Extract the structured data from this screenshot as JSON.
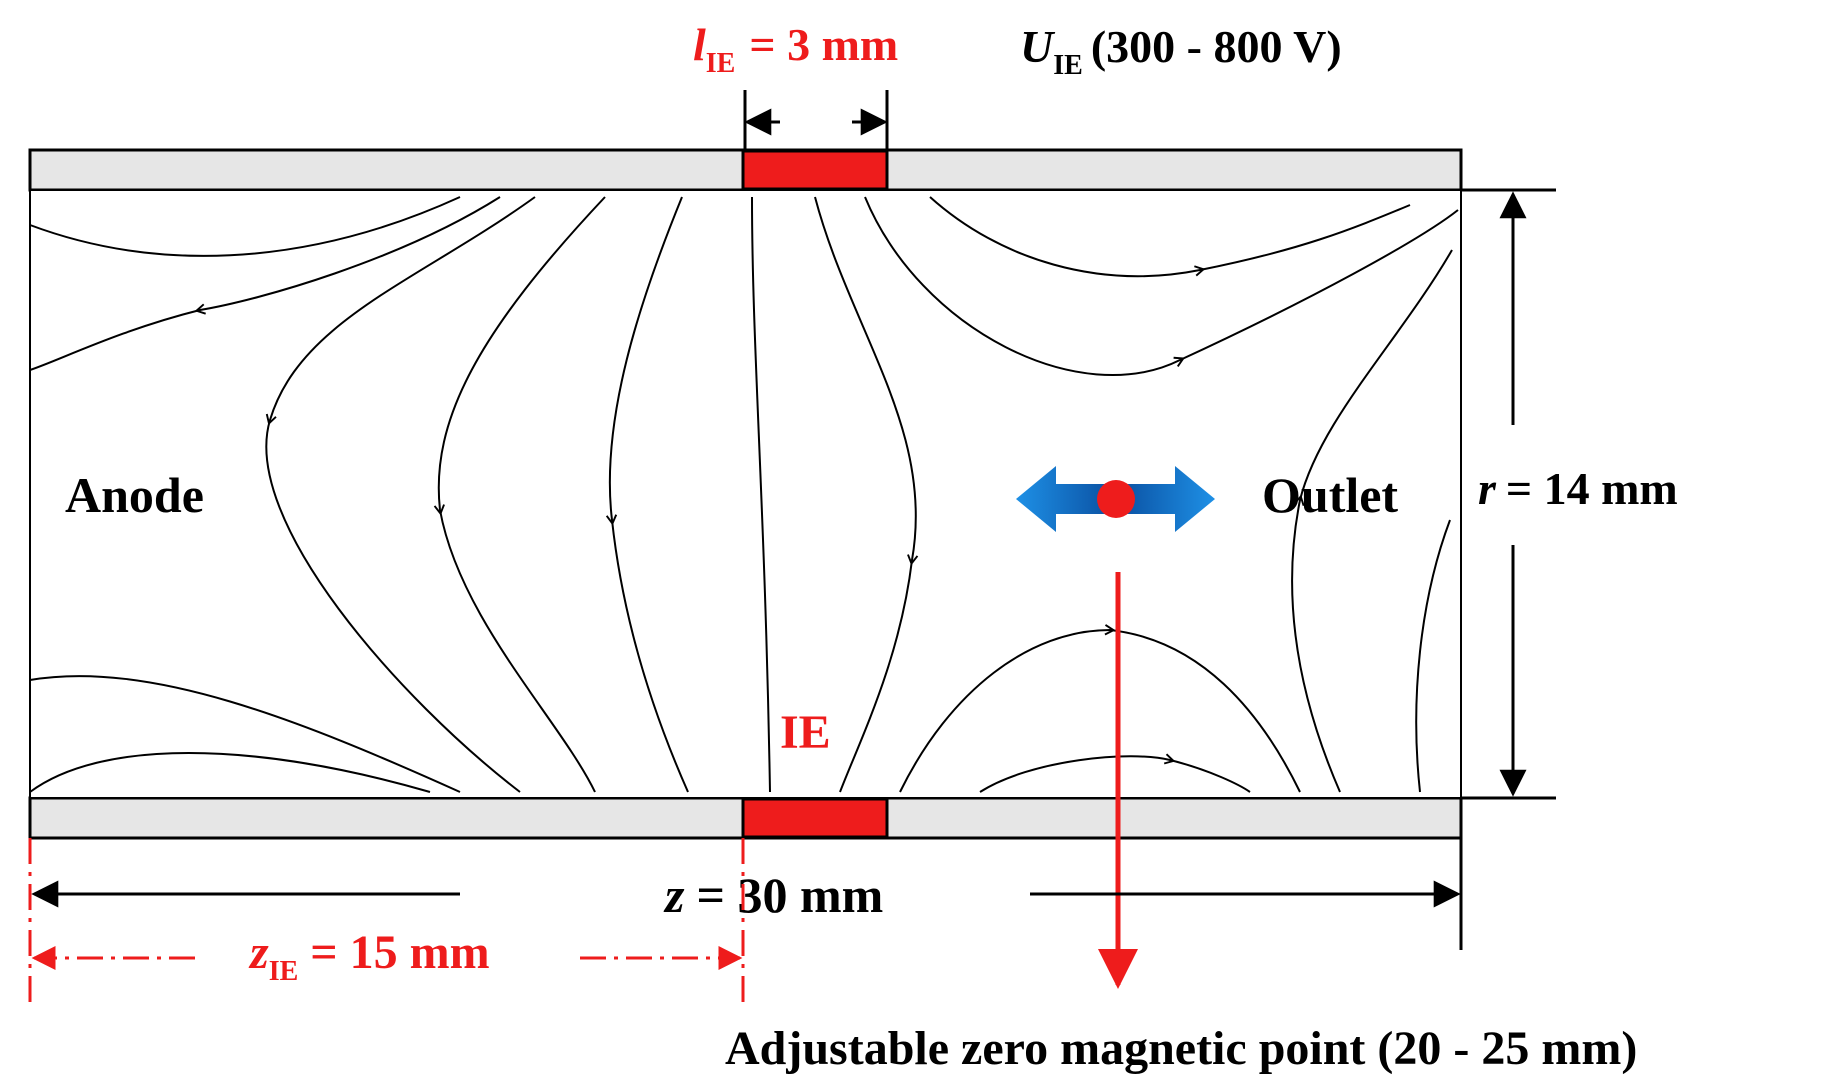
{
  "labels": {
    "l_ie": {
      "symbol": "l",
      "subscript": "IE",
      "value": "= 3 mm"
    },
    "u_ie": {
      "symbol": "U",
      "subscript": "IE",
      "range": "(300 - 800 V)"
    },
    "anode": "Anode",
    "outlet": "Outlet",
    "r": {
      "symbol": "r",
      "value": "= 14 mm"
    },
    "ie": "IE",
    "z": {
      "symbol": "z",
      "value": "= 30 mm"
    },
    "z_ie": {
      "symbol": "z",
      "subscript": "IE",
      "value": "= 15 mm"
    },
    "zero_point": "Adjustable zero magnetic point (20 - 25 mm)"
  },
  "colors": {
    "electrode": "#ee1c1c",
    "wall": "#e6e6e6",
    "dimension_red": "#ee1c1c",
    "arrow_blue": "#1e90e6",
    "zero_point": "#ee1c1c",
    "line": "#000000"
  }
}
